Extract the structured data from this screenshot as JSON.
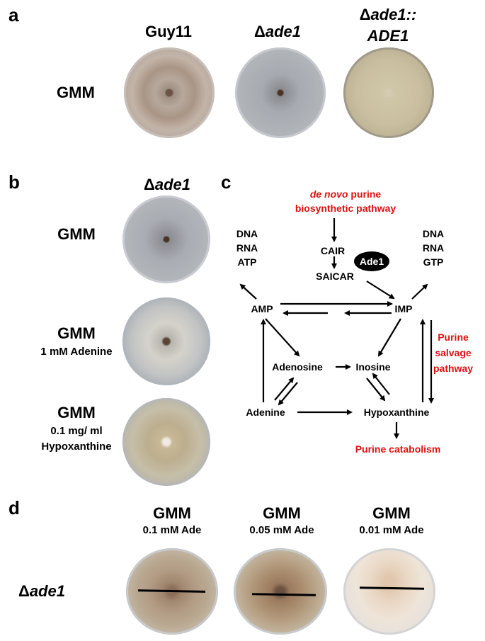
{
  "panel_a": {
    "letter": "a",
    "col_1": "Guy11",
    "col_2_delta": "Δ",
    "col_2_gene": "ade1",
    "col_3_line1_delta": "Δ",
    "col_3_line1_gene": "ade1::",
    "col_3_line2": "ADE1",
    "row_label": "GMM"
  },
  "panel_b": {
    "letter": "b",
    "header_delta": "Δ",
    "header_gene": "ade1",
    "rows": [
      {
        "line1": "GMM",
        "line2": "",
        "line3": ""
      },
      {
        "line1": "GMM",
        "line2": "1 mM Adenine",
        "line3": ""
      },
      {
        "line1": "GMM",
        "line2": "0.1 mg/ ml",
        "line3": "Hypoxanthine"
      }
    ]
  },
  "panel_c": {
    "letter": "c",
    "de_novo_italic": "de novo",
    "de_novo_rest": " purine",
    "de_novo_line2": "biosynthetic pathway",
    "nodes": {
      "dna_l": "DNA",
      "rna_l": "RNA",
      "atp": "ATP",
      "dna_r": "DNA",
      "rna_r": "RNA",
      "gtp": "GTP",
      "cair": "CAIR",
      "ade1": "Ade1",
      "saicar": "SAICAR",
      "amp": "AMP",
      "imp": "IMP",
      "adenosine": "Adenosine",
      "inosine": "Inosine",
      "adenine": "Adenine",
      "hypoxanthine": "Hypoxanthine"
    },
    "salvage_1": "Purine",
    "salvage_2": "salvage",
    "salvage_3": "pathway",
    "catabolism": "Purine catabolism",
    "red_color": "#e01010"
  },
  "panel_d": {
    "letter": "d",
    "row_delta": "Δ",
    "row_gene": "ade1",
    "cols": [
      {
        "line1": "GMM",
        "line2": "0.1 mM Ade"
      },
      {
        "line1": "GMM",
        "line2": "0.05 mM Ade"
      },
      {
        "line1": "GMM",
        "line2": "0.01 mM Ade"
      }
    ]
  }
}
